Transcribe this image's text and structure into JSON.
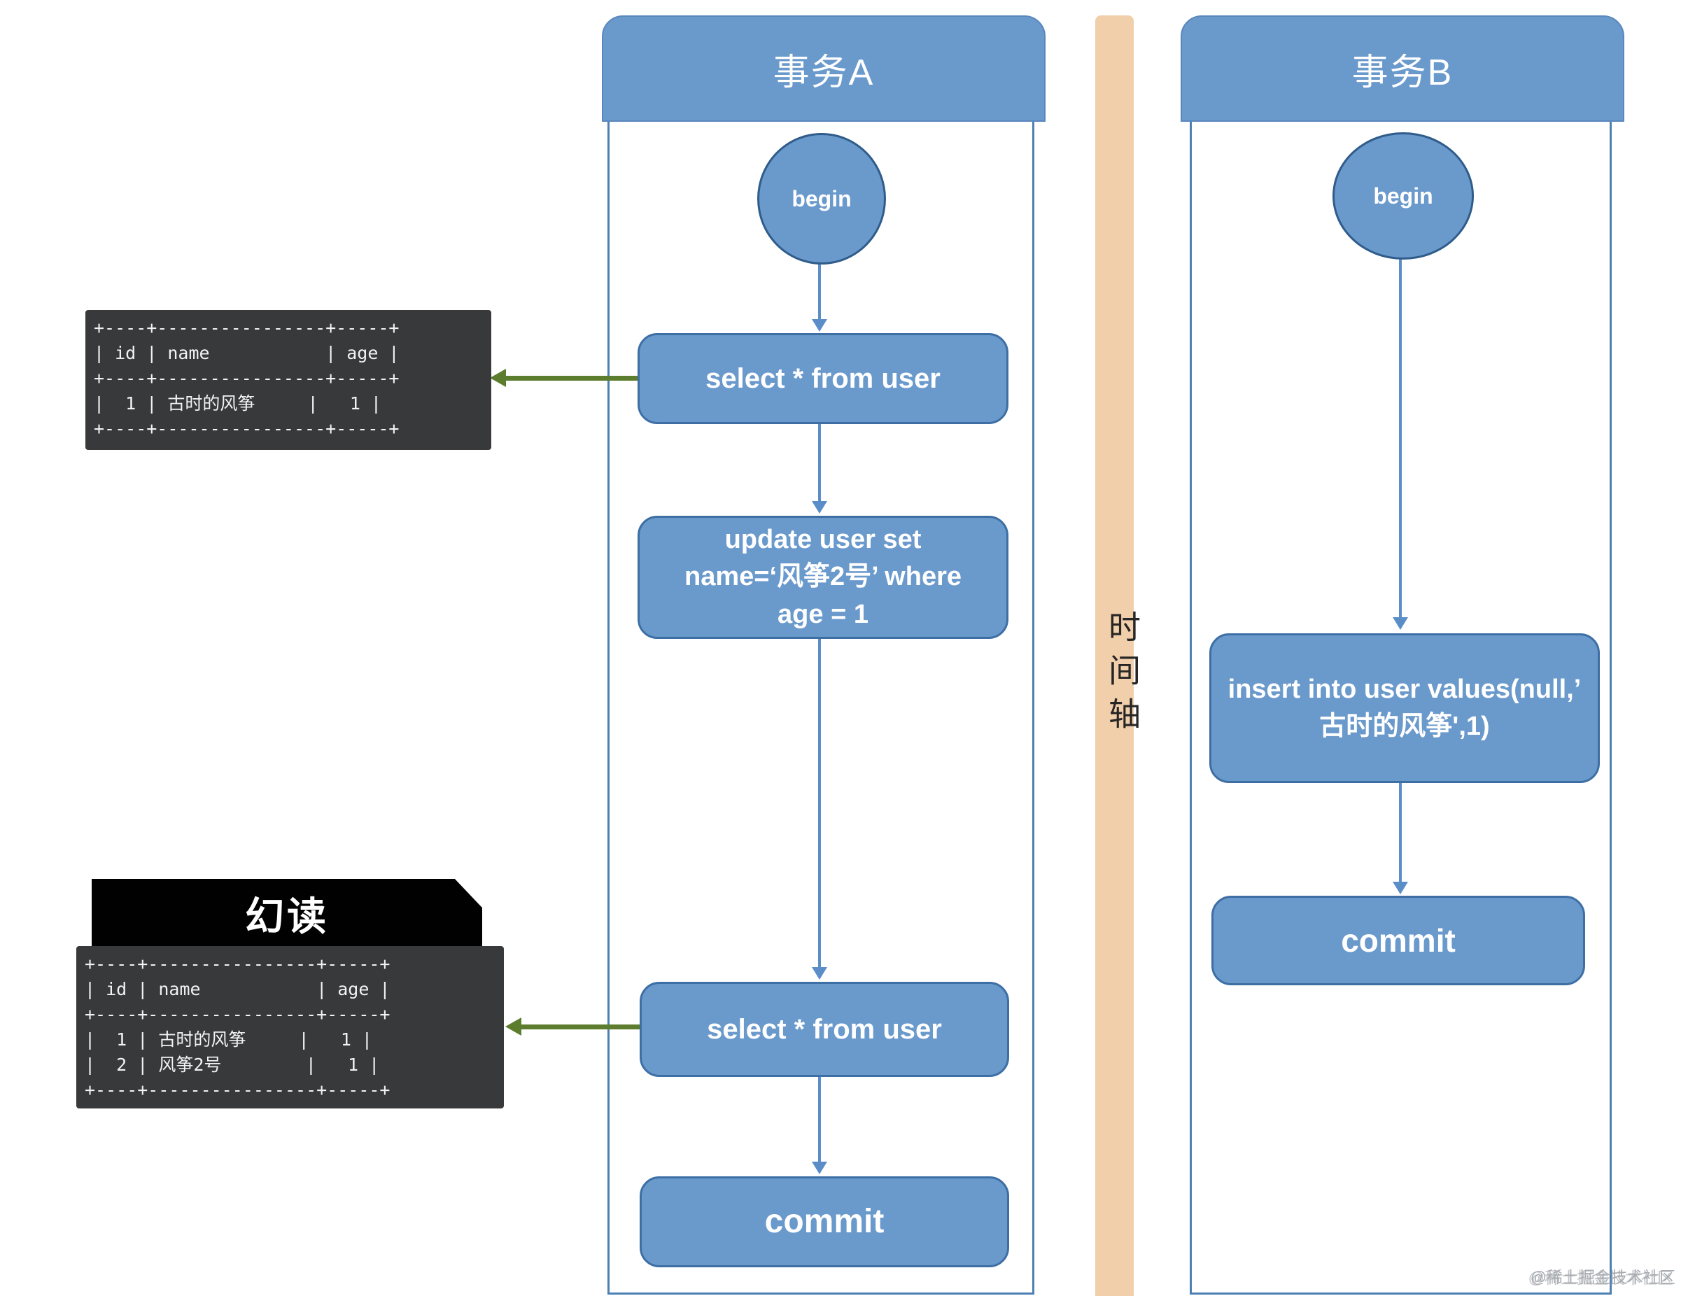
{
  "transaction_a": {
    "title": "事务A",
    "begin_label": "begin",
    "select_1": "select * from user",
    "update": "update user set\nname=‘风筝2号’ where\nage = 1",
    "select_2": "select * from user",
    "commit_label": "commit"
  },
  "transaction_b": {
    "title": "事务B",
    "begin_label": "begin",
    "insert": "insert into user values(null,’\n古时的风筝',1)",
    "commit_label": "commit"
  },
  "timeline": {
    "label": "时间轴"
  },
  "results": {
    "first_select_result": "+----+----------------+-----+\n| id | name           | age |\n+----+----------------+-----+\n|  1 | 古时的风筝     |   1 |\n+----+----------------+-----+",
    "phantom_label": "幻读",
    "second_select_result": "+----+----------------+-----+\n| id | name           | age |\n+----+----------------+-----+\n|  1 | 古时的风筝     |   1 |\n|  2 | 风筝2号        |   1 |\n+----+----------------+-----+"
  },
  "watermark": "@稀土掘金技术社区",
  "colors": {
    "node_fill": "#6a99cc",
    "node_border": "#3d6fa5",
    "column_border": "#4d80b3",
    "arrow_blue": "#5b8ec8",
    "arrow_green": "#5c7d2e",
    "table_background": "#37393b",
    "phantom_background": "#010101",
    "timeline_background": "#f2cfab"
  }
}
